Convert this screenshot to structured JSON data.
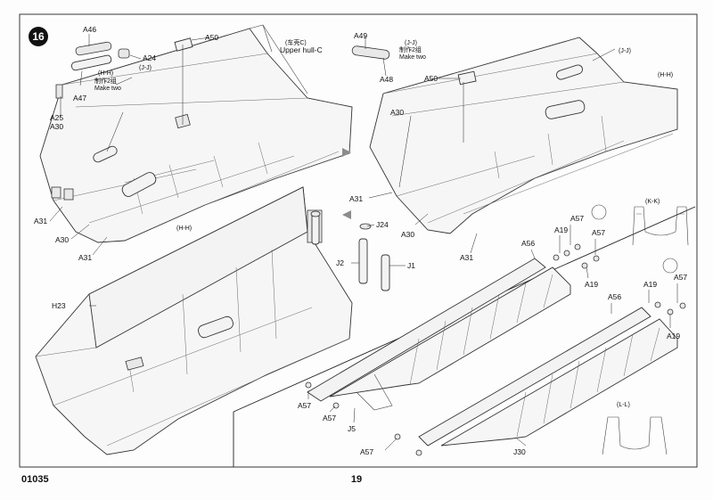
{
  "footer": {
    "kit_number": "01035",
    "page_number": "19"
  },
  "step": {
    "number": "16"
  },
  "left": {
    "A46": "A46",
    "A24": "A24",
    "A47": "A47",
    "A25": "A25",
    "A30a": "A30",
    "A50": "A50",
    "A31a": "A31",
    "A30b": "A30",
    "A31b": "A31",
    "hh_tag": "(H-H)",
    "jj_tag": "(J-J)",
    "hh_tag2": "(H-H)",
    "make_two_cn": "制作2组",
    "make_two": "Make two",
    "upper_hull_cn": "(车壳C)",
    "upper_hull": "Upper hull-C",
    "H23": "H23"
  },
  "right": {
    "A49": "A49",
    "A48": "A48",
    "jj_tag": "(J-J)",
    "make_two_cn": "制作2组",
    "make_two": "Make two",
    "A50": "A50",
    "jj_tag2": "(J-J)",
    "hh_tag": "(H-H)",
    "A30a": "A30",
    "A31a": "A31",
    "A30b": "A30",
    "A31b": "A31",
    "J24": "J24",
    "J2": "J2",
    "J1": "J1",
    "kk_tag": "(K-K)",
    "ll_tag": "(L-L)",
    "A57a": "A57",
    "A19a": "A19",
    "A57b": "A57",
    "A56a": "A56",
    "A19b": "A19",
    "A19c": "A19",
    "A57c": "A57",
    "A56b": "A56",
    "A19d": "A19",
    "A57d": "A57",
    "A57e": "A57",
    "J5": "J5",
    "A57f": "A57",
    "J30": "J30"
  },
  "colors": {
    "accent": "#1a1a1a",
    "arrow": "#8c8c8c"
  }
}
